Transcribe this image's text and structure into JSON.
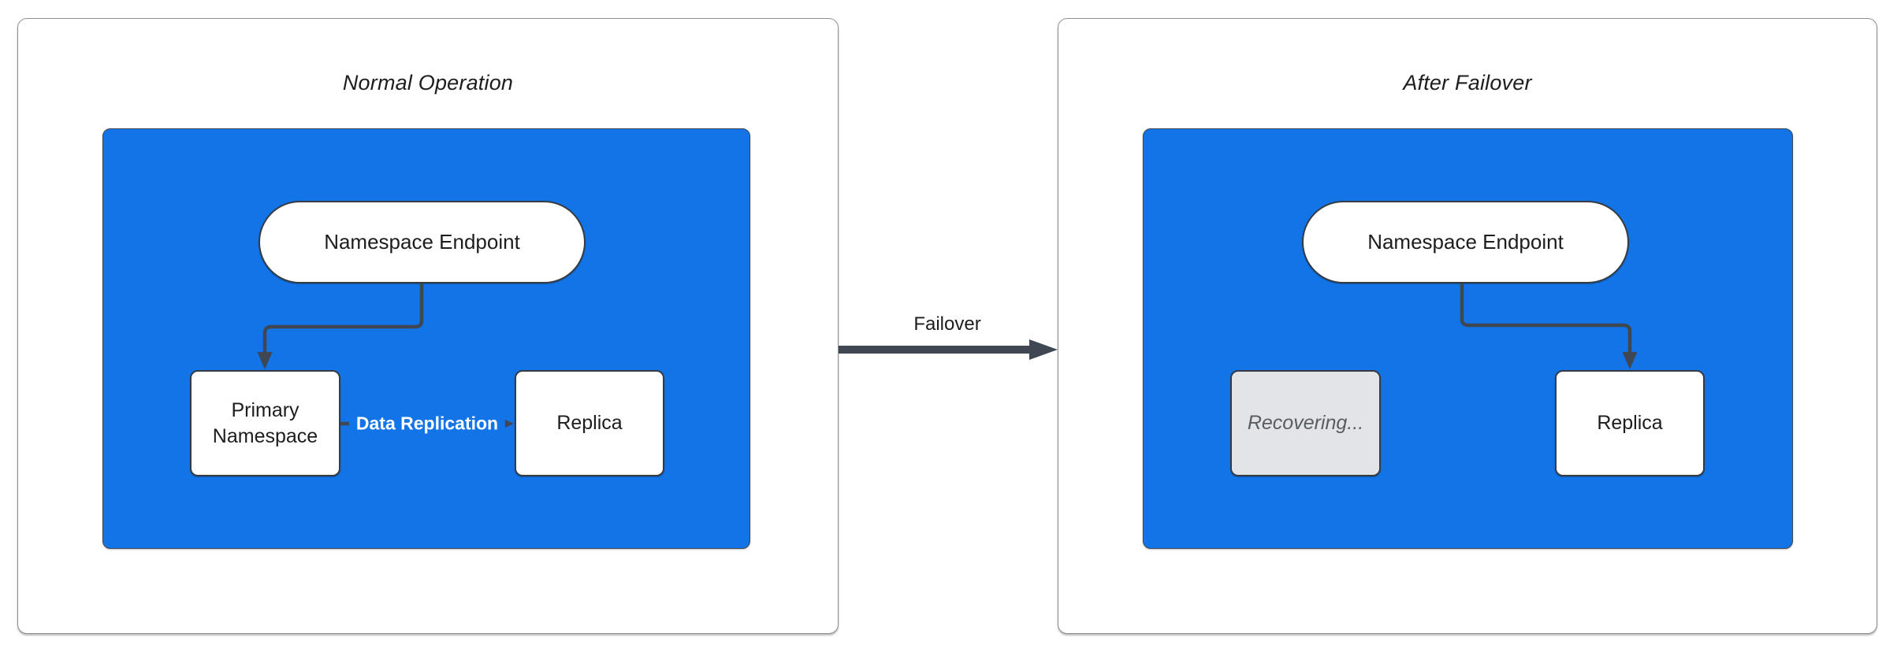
{
  "diagram_type": "failover-architecture-diagram",
  "left_panel": {
    "title": "Normal Operation",
    "endpoint_label": "Namespace Endpoint",
    "primary_label": "Primary Namespace",
    "replica_label": "Replica",
    "replication_edge_label": "Data Replication"
  },
  "failover_edge_label": "Failover",
  "right_panel": {
    "title": "After Failover",
    "endpoint_label": "Namespace Endpoint",
    "recovering_label": "Recovering...",
    "replica_label": "Replica"
  },
  "colors": {
    "cluster_blue": "#1274E6",
    "connector_dark": "#3E4752",
    "node_border": "#363B44",
    "panel_border": "#8E9094",
    "recovering_bg": "#E2E4E7",
    "recovering_text": "#585D64",
    "text": "#1C1D1F",
    "node_bg": "#FFFFFF"
  }
}
